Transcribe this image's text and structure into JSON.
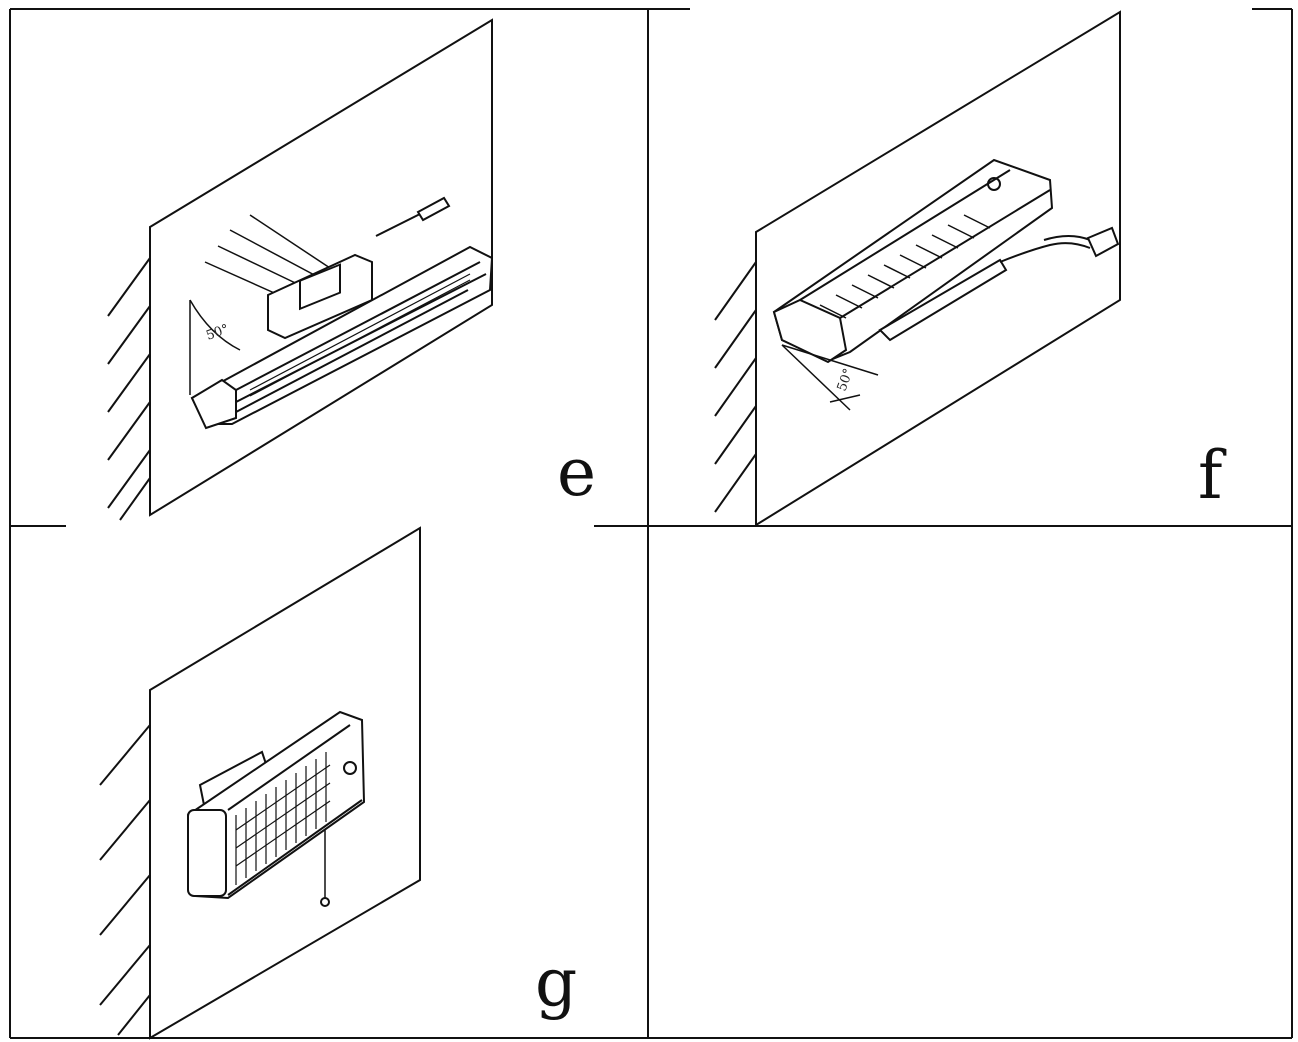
{
  "panels": [
    {
      "id": "e",
      "label": "e",
      "angle_label": "50°"
    },
    {
      "id": "f",
      "label": "f",
      "angle_label": "50°"
    },
    {
      "id": "g",
      "label": "g"
    },
    {
      "id": "empty",
      "label": ""
    }
  ]
}
